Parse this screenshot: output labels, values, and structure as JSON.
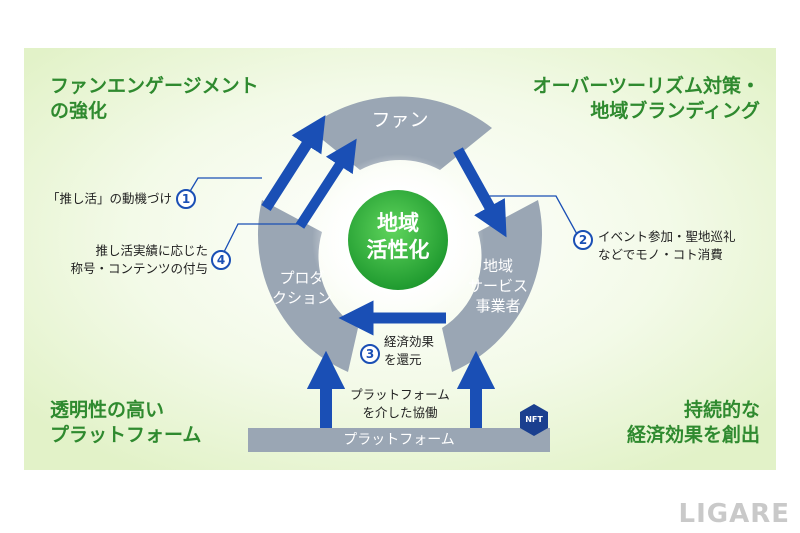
{
  "corners": {
    "top_left": {
      "line1": "ファンエンゲージメント",
      "line2": "の強化"
    },
    "top_right": {
      "line1": "オーバーツーリズム対策・",
      "line2": "地域ブランディング"
    },
    "bottom_left": {
      "line1": "透明性の高い",
      "line2": "プラットフォーム"
    },
    "bottom_right": {
      "line1": "持続的な",
      "line2": "経済効果を創出"
    }
  },
  "segments": {
    "top": "ファン",
    "left": {
      "line1": "プロダ",
      "line2": "クション"
    },
    "right": {
      "line1": "地域",
      "line2": "サービス",
      "line3": "事業者"
    }
  },
  "center": {
    "line1": "地域",
    "line2": "活性化"
  },
  "steps": [
    {
      "num": "1",
      "line1": "「推し活」の動機づけ"
    },
    {
      "num": "2",
      "line1": "イベント参加・聖地巡礼",
      "line2": "などでモノ・コト消費"
    },
    {
      "num": "3",
      "line1": "経済効果",
      "line2": "を還元"
    },
    {
      "num": "4",
      "line1": "推し活実績に応じた",
      "line2": "称号・コンテンツの付与"
    }
  ],
  "platform": {
    "bar_label": "プラットフォーム",
    "caption_line1": "プラットフォーム",
    "caption_line2": "を介した協働",
    "badge": "NFT"
  },
  "logo": "LIGARE",
  "colors": {
    "arrow": "#1a4fb5",
    "segment": "#9aa6b4",
    "center": "#2aa83a",
    "corner_text": "#2f8a2f",
    "background": "#eef7dc"
  }
}
